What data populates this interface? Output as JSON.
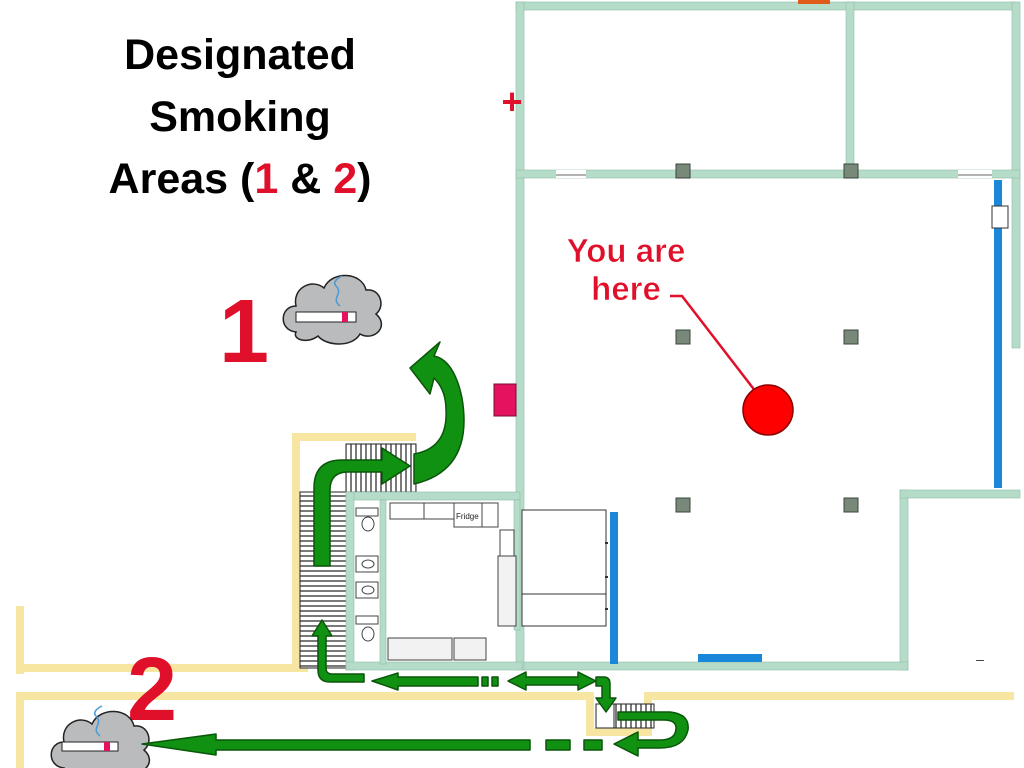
{
  "title": {
    "line1": "Designated",
    "line2": "Smoking",
    "line3_prefix": "Areas (",
    "num1": "1",
    "amp": " & ",
    "num2": "2",
    "line3_suffix": ")"
  },
  "plus_marker": "+",
  "area_labels": {
    "one": "1",
    "two": "2"
  },
  "you_are_here": {
    "line1": "You are",
    "line2": "here"
  },
  "fridge_label": "Fridge",
  "dash_mark": "–",
  "colors": {
    "wall": "#b5dbc9",
    "outdoor_path": "#f7e6a1",
    "arrow_fill": "#119111",
    "arrow_stroke": "#0a560a",
    "accent_red": "#e0102a",
    "blue_bar": "#1a87d8",
    "pillar": "#78897a",
    "door_magenta": "#e5135f",
    "cloud": "#b9bbbd"
  },
  "icons": [
    "smoking-cloud-icon",
    "cigarette-icon",
    "arrow-icon",
    "location-dot-icon"
  ]
}
